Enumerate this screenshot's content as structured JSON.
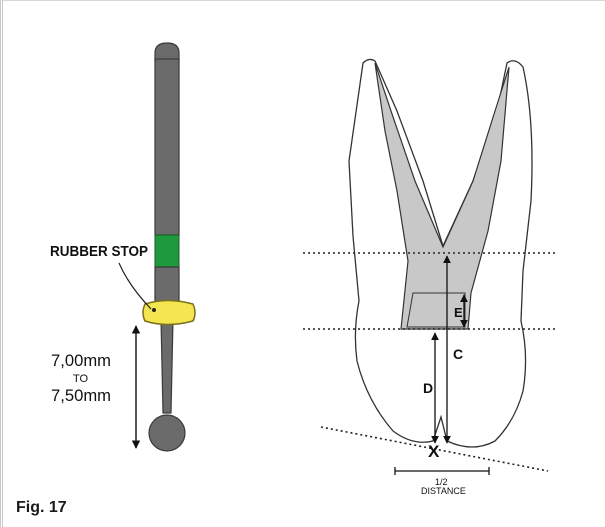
{
  "caption": "Fig. 17",
  "file": {
    "stop_label": "RUBBER STOP",
    "length_line1": "7,00mm",
    "length_line2": "TO",
    "length_line3": "7,50mm",
    "colors": {
      "handle_band": "#1e9a3c",
      "rubber_stop": "#f4e651",
      "shaft": "#6b6b6b"
    }
  },
  "tooth": {
    "label_c": "C",
    "label_d": "D",
    "label_e": "E",
    "label_x": "X",
    "distance_line1": "1/2",
    "distance_line2": "DISTANCE",
    "colors": {
      "canal_fill": "#c8c8c8",
      "outline": "#333333"
    }
  }
}
